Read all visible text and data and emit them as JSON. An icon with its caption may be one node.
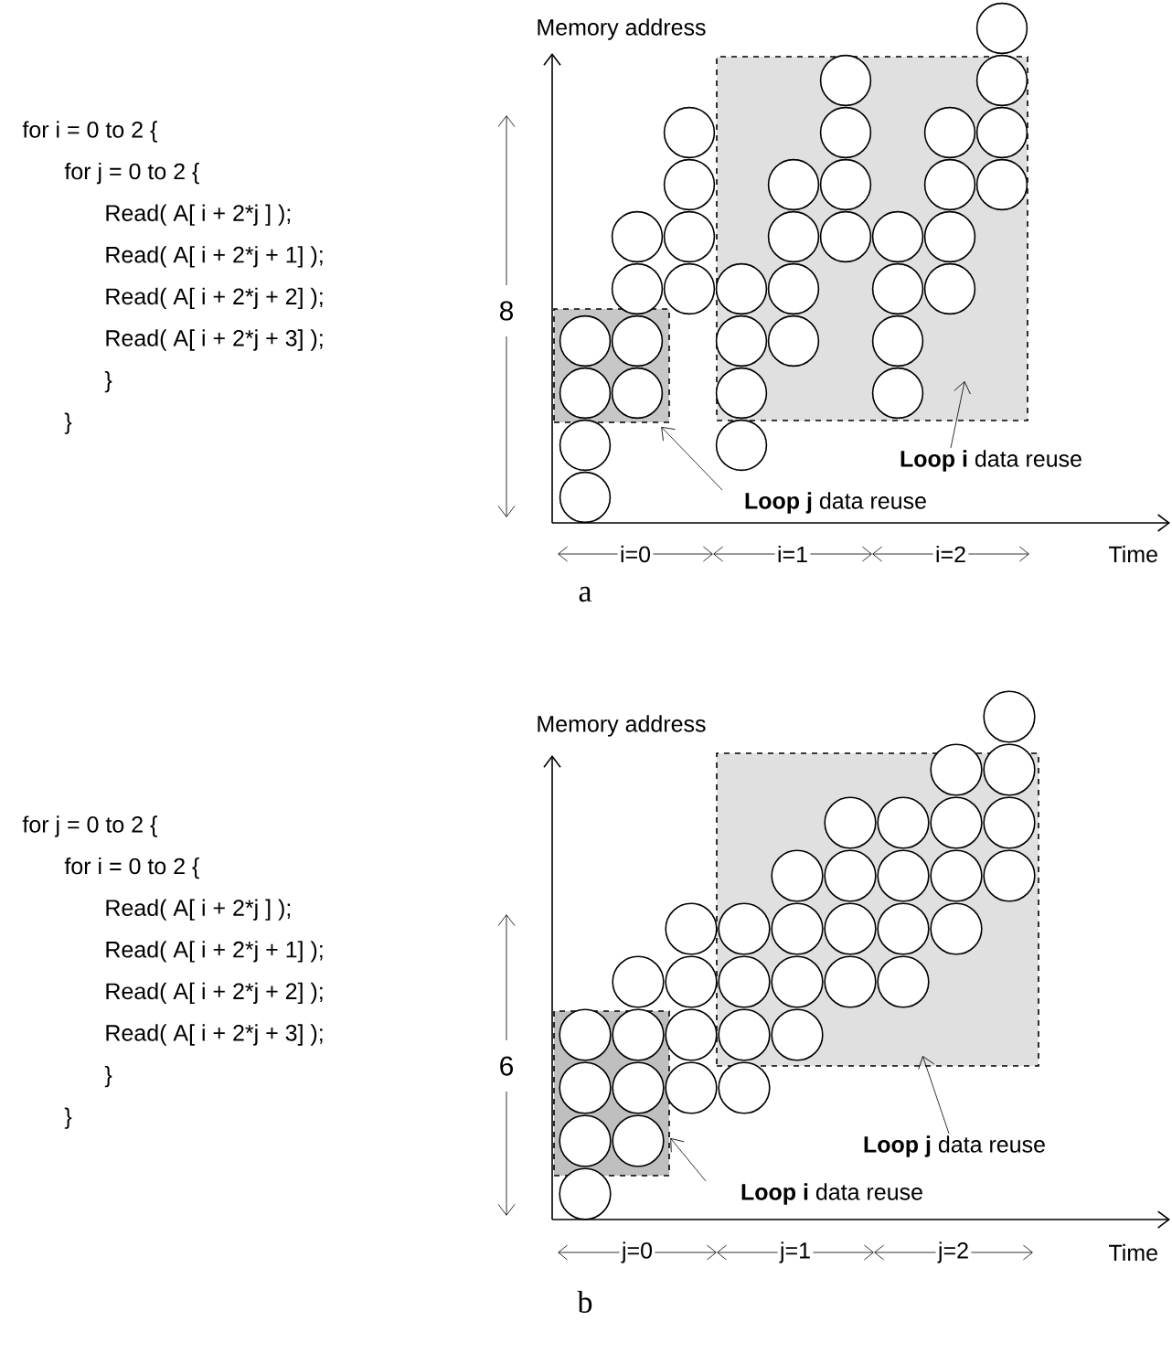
{
  "diagram": {
    "nodes": [
      {
        "text": [],
        "shape": "box"
      },
      {
        "text": [],
        "shape": "box"
      },
      {
        "text": [
          "**Loop i** data reuse"
        ]
      },
      {
        "text": [
          "**Loop j** data reuse"
        ]
      },
      {
        "text": [],
        "shape": "box"
      },
      {
        "text": [],
        "shape": "box"
      },
      {
        "text": [
          "**Loop j** data reuse"
        ]
      },
      {
        "text": [
          "**Loop i** data reuse"
        ]
      }
    ],
    "edges": [
      {
        "from": 2,
        "to": 1,
        "arrow": "to"
      },
      {
        "from": 3,
        "to": 0,
        "arrow": "to"
      },
      {
        "from": 6,
        "to": 5,
        "arrow": "to"
      },
      {
        "from": 7,
        "to": 4,
        "arrow": "to"
      }
    ],
    "labels": [
      "for i = 0 to 2 {",
      "for j = 0 to 2 {",
      "Read( A[ i + 2*j ] );",
      "Read( A[ i + 2*j + 1] );",
      "Read( A[ i + 2*j + 2] );",
      "Read( A[ i + 2*j + 3] );",
      "}",
      "}",
      "Memory address",
      "8",
      "i=0",
      "i=1",
      "i=2",
      "Time",
      "a",
      "for j = 0 to 2 {",
      "for i = 0 to 2 {",
      "Read( A[ i + 2*j ] );",
      "Read( A[ i + 2*j + 1] );",
      "Read( A[ i + 2*j + 2] );",
      "Read( A[ i + 2*j + 3] );",
      "}",
      "}",
      "Memory address",
      "6",
      "j=0",
      "j=1",
      "j=2",
      "Time",
      "b"
    ]
  }
}
